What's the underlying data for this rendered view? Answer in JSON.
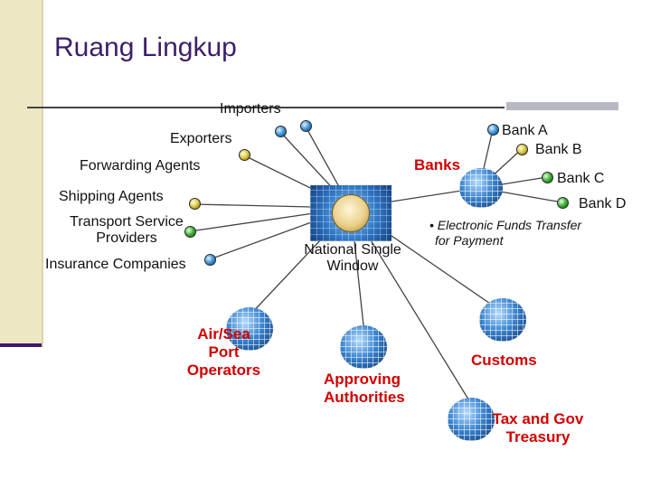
{
  "title": "Ruang Lingkup",
  "hub": {
    "line1": "National Single",
    "line2": "Window"
  },
  "nodes": {
    "importers": "Importers",
    "exporters": "Exporters",
    "forwarding_agents": "Forwarding Agents",
    "shipping_agents": "Shipping Agents",
    "transport_line1": "Transport Service",
    "transport_line2": "Providers",
    "insurance": "Insurance Companies",
    "port_line1": "Air/Sea",
    "port_line2": "Port",
    "port_line3": "Operators",
    "approving_line1": "Approving",
    "approving_line2": "Authorities",
    "customs": "Customs",
    "tax_line1": "Tax and Gov",
    "tax_line2": "Treasury",
    "banks": "Banks"
  },
  "banks": [
    "Bank A",
    "Bank B",
    "Bank C",
    "Bank D"
  ],
  "note": {
    "line1": "• Electronic Funds Transfer",
    "line2": "for Payment"
  },
  "colors": {
    "title": "#3d1e6a",
    "red_label": "#d10000",
    "line": "#444444"
  }
}
